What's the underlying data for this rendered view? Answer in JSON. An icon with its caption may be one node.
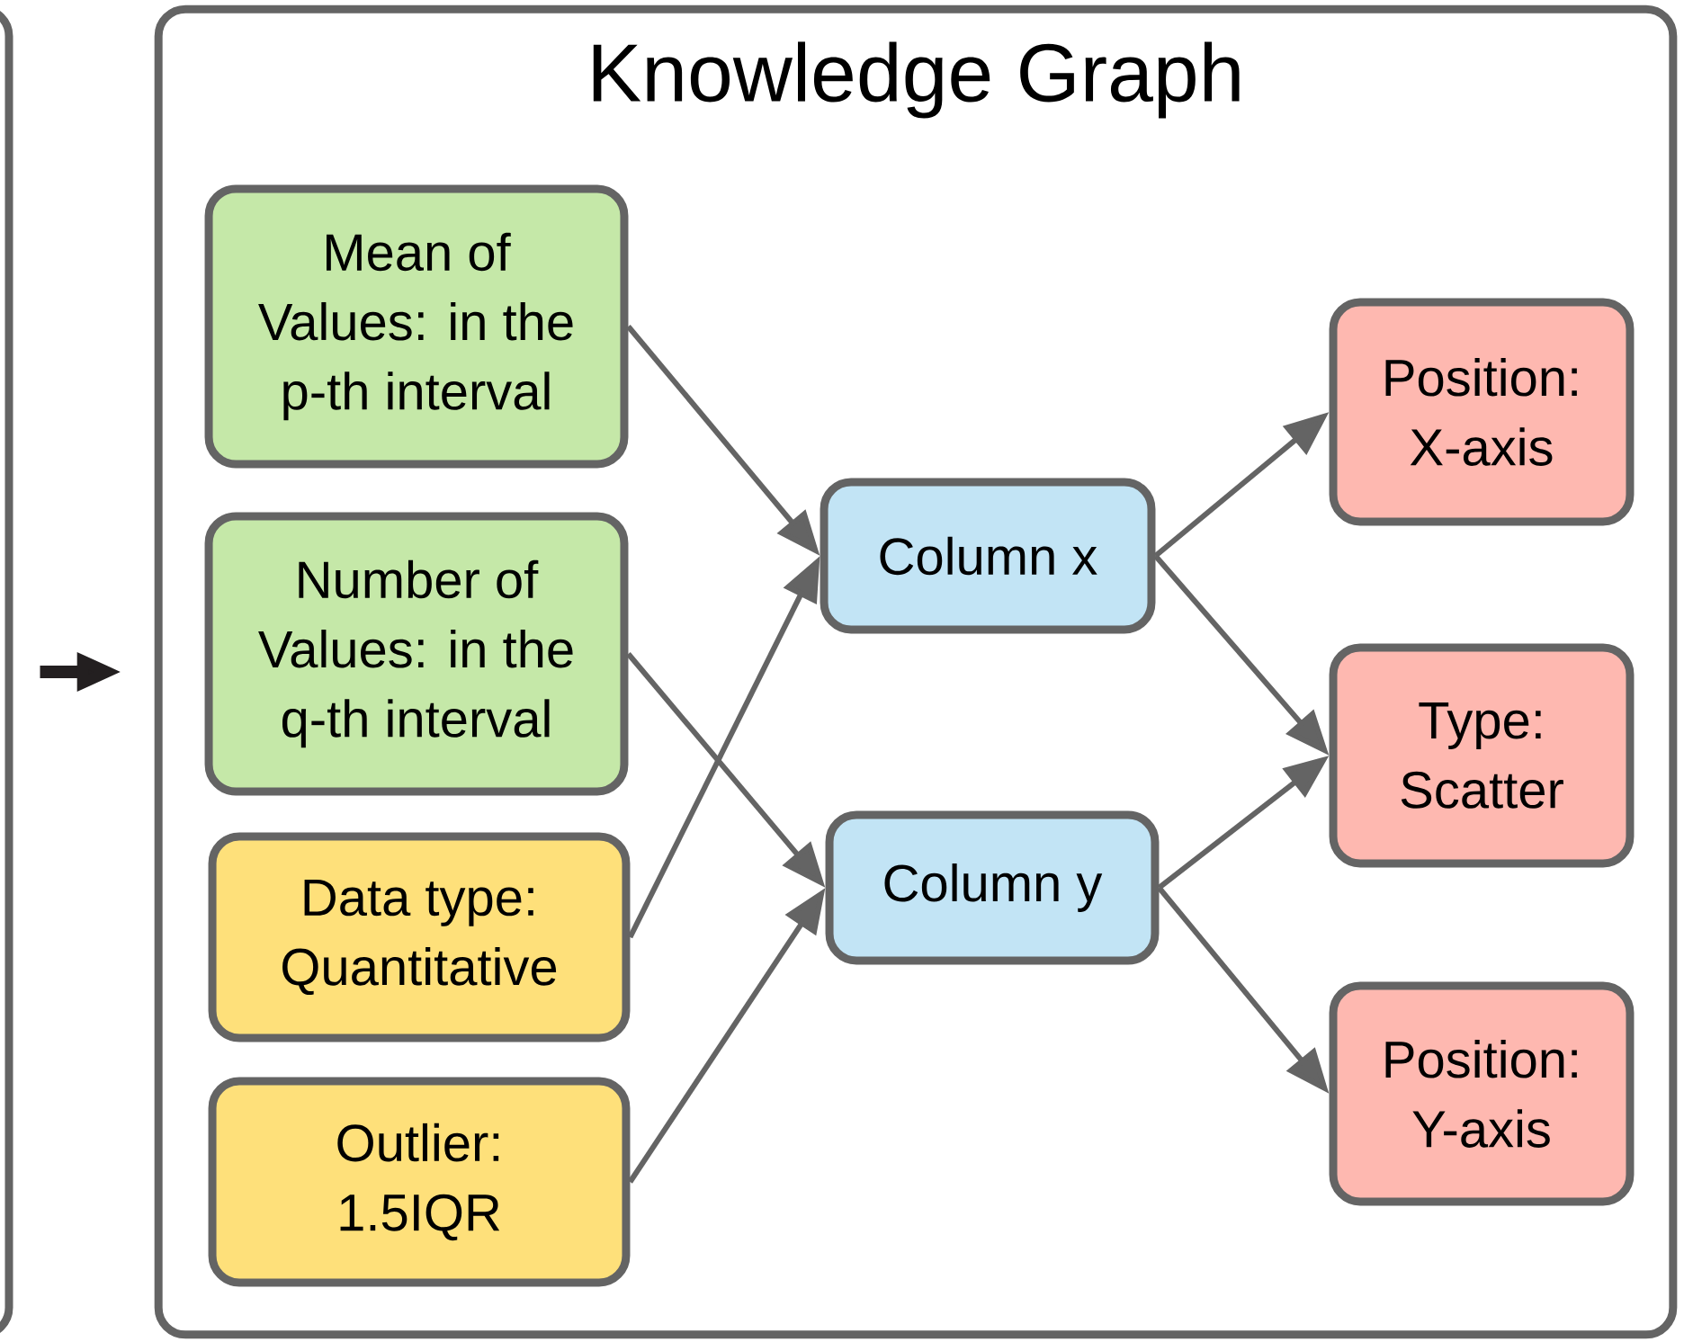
{
  "diagram": {
    "nodes": [
      {
        "text": [],
        "shape": "box"
      },
      {
        "text": [
          "Knowledge Graph"
        ]
      },
      {
        "text": [
          "Mean of Values: in the p-th interval"
        ],
        "in": 1
      },
      {
        "text": [
          "Number of Values: in the q-th interval"
        ],
        "in": 1
      },
      {
        "text": [
          "Data type: Quantitative"
        ],
        "in": 1
      },
      {
        "text": [
          "Outlier: 1.5IQR"
        ],
        "in": 1
      },
      {
        "text": [
          "Column x"
        ],
        "in": 1
      },
      {
        "text": [
          "Column y"
        ],
        "in": 1
      },
      {
        "text": [
          "Position: X-axis"
        ],
        "in": 1
      },
      {
        "text": [
          "Type: Scatter"
        ],
        "in": 1
      },
      {
        "text": [
          "Position: Y-axis"
        ],
        "in": 1
      }
    ],
    "edges": [
      {
        "from": 0,
        "to": 1,
        "arrow": "to",
        "style": "thick",
        "color": "#231f20"
      },
      {
        "from": 2,
        "to": 6,
        "arrow": "to"
      },
      {
        "from": 3,
        "to": 7,
        "arrow": "to"
      },
      {
        "from": 4,
        "to": 6,
        "arrow": "to"
      },
      {
        "from": 5,
        "to": 7,
        "arrow": "to"
      },
      {
        "from": 6,
        "to": 8,
        "arrow": "to"
      },
      {
        "from": 6,
        "to": 9,
        "arrow": "to"
      },
      {
        "from": 7,
        "to": 9,
        "arrow": "to"
      },
      {
        "from": 7,
        "to": 10,
        "arrow": "to"
      }
    ]
  }
}
